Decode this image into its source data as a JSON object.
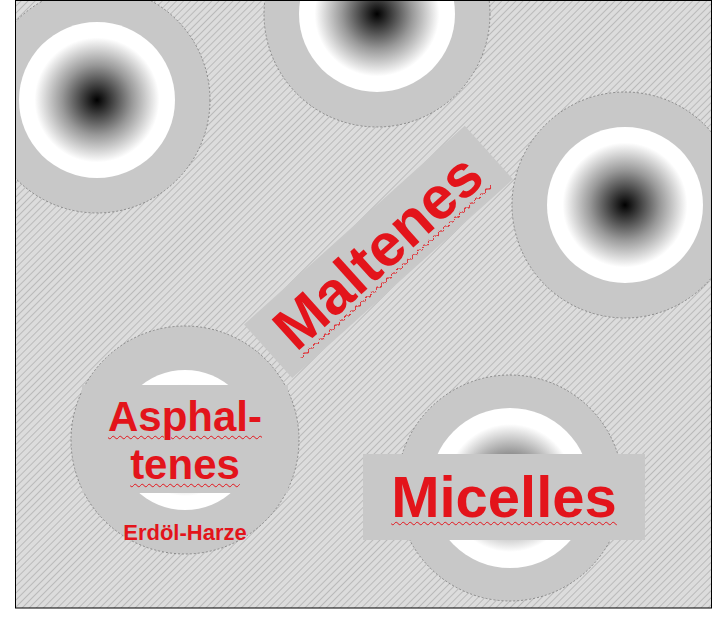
{
  "diagram": {
    "nodes": [
      {
        "text": [
          "Maltenes"
        ]
      },
      {
        "text": [
          "Asphal- tenes",
          "Erdöl-Harze"
        ]
      },
      {
        "text": [
          "Micelles"
        ]
      }
    ]
  }
}
